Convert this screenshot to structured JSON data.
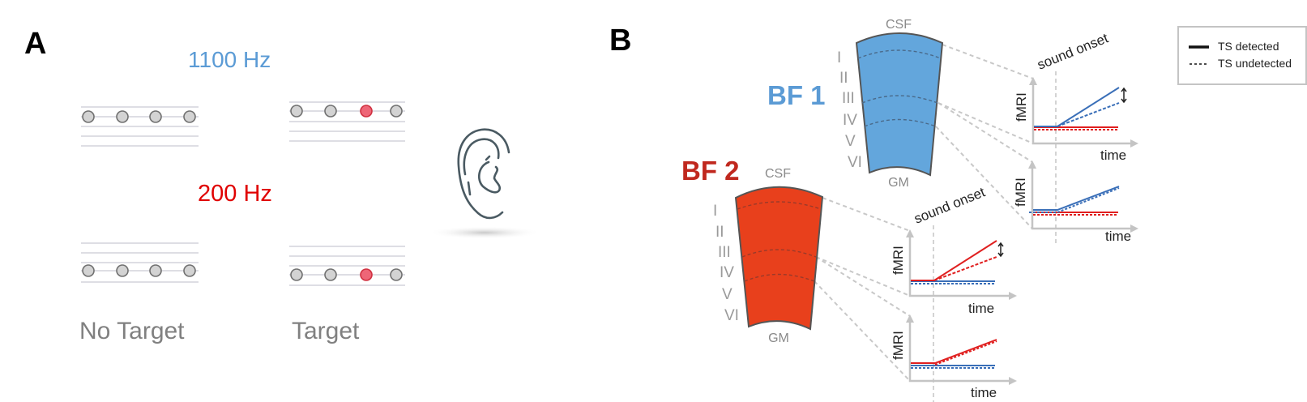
{
  "panel_a": {
    "label": "A",
    "freq_high": "1100 Hz",
    "freq_low": "200 Hz",
    "col_no_target": "No Target",
    "col_target": "Target",
    "colors": {
      "high": "#5b9bd5",
      "low": "#e00000",
      "tone": "#d3d3d3",
      "target_tone": "#ee6677"
    }
  },
  "panel_b": {
    "label": "B",
    "bf1": {
      "title": "BF 1",
      "top": "CSF",
      "bottom": "GM",
      "color": "#63a6dc"
    },
    "bf2": {
      "title": "BF 2",
      "top": "CSF",
      "bottom": "GM",
      "color": "#e8401c"
    },
    "layers": [
      "I",
      "II",
      "III",
      "IV",
      "V",
      "VI"
    ],
    "plot": {
      "ylabel": "fMRI",
      "xlabel": "time",
      "onset": "sound onset"
    },
    "legend": {
      "detected": "TS detected",
      "undetected": "TS undetected"
    }
  }
}
